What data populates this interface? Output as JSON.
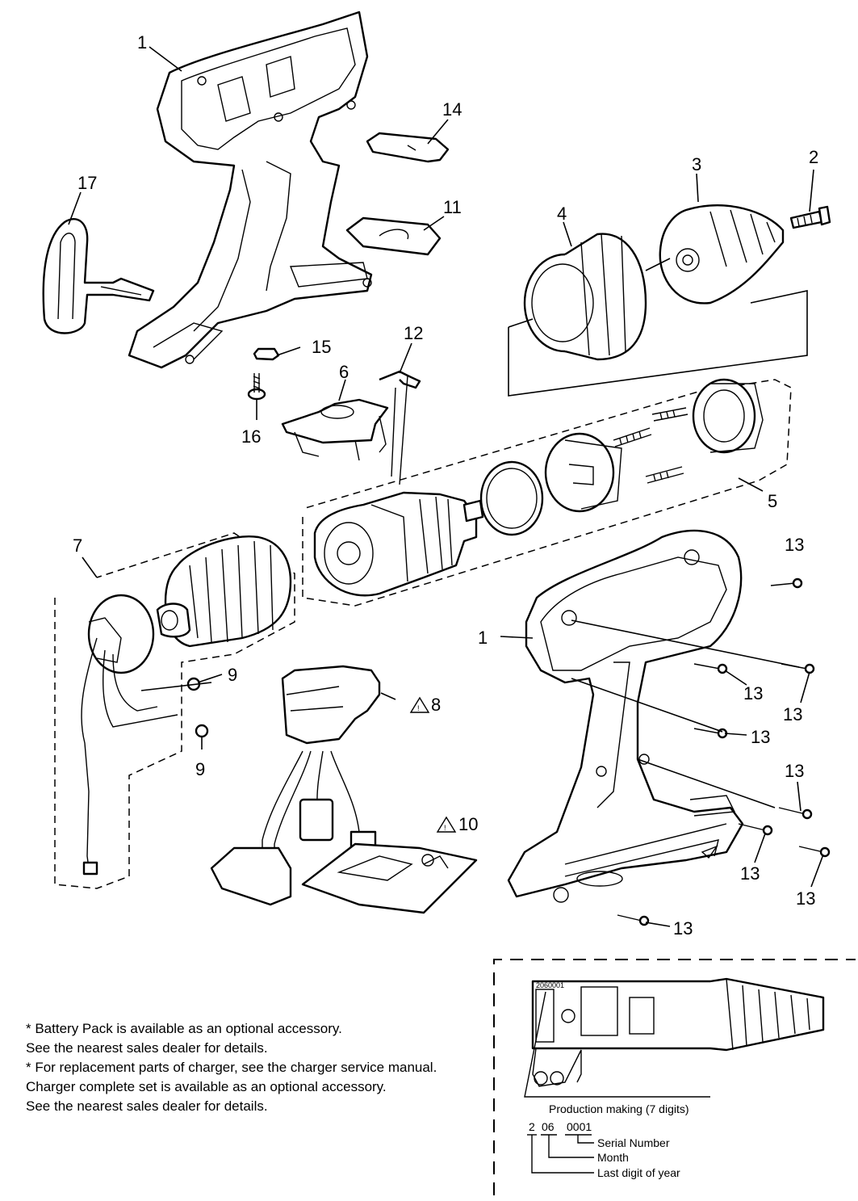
{
  "callouts": {
    "c1_top": "1",
    "c1_bottom": "1",
    "c2": "2",
    "c3": "3",
    "c4": "4",
    "c5": "5",
    "c6": "6",
    "c7": "7",
    "c8": "8",
    "c9a": "9",
    "c9b": "9",
    "c10": "10",
    "c11": "11",
    "c12": "12",
    "c13a": "13",
    "c13b": "13",
    "c13c": "13",
    "c13d": "13",
    "c13e": "13",
    "c13f": "13",
    "c13g": "13",
    "c13h": "13",
    "c14": "14",
    "c15": "15",
    "c16": "16",
    "c17": "17"
  },
  "notes": [
    "* Battery Pack is available as an optional accessory.",
    "   See the nearest sales dealer for details.",
    "* For replacement parts of charger, see the charger service manual.",
    "   Charger complete set is available as an optional accessory.",
    "   See the nearest sales dealer for details."
  ],
  "production_inset": {
    "label_code": "2060001",
    "title": "Production making (7 digits)",
    "code_year": "2",
    "code_month": "06",
    "code_serial": "0001",
    "legend_serial": "Serial  Number",
    "legend_month": "Month",
    "legend_year": "Last digit of year"
  }
}
